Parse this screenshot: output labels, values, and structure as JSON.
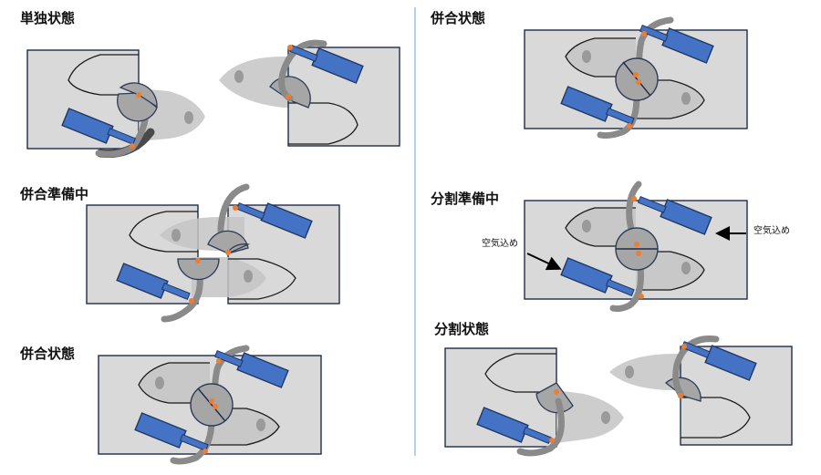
{
  "labels": {
    "single": "単独状態",
    "pre_combine": "併合準備中",
    "combined_bottom": "併合状態",
    "combined_top": "併合状態",
    "pre_split": "分割準備中",
    "split": "分割状態"
  },
  "annotations": {
    "air_left": "空気込め",
    "air_right": "空気込め"
  },
  "colors": {
    "background_box": "#d9d9d9",
    "cylinder": "#4472c4",
    "pin": "#ed7d31",
    "mechanism": "#a6a6a6",
    "ghost_hull": "#c4c4c4",
    "divider": "#9dc3e6"
  }
}
